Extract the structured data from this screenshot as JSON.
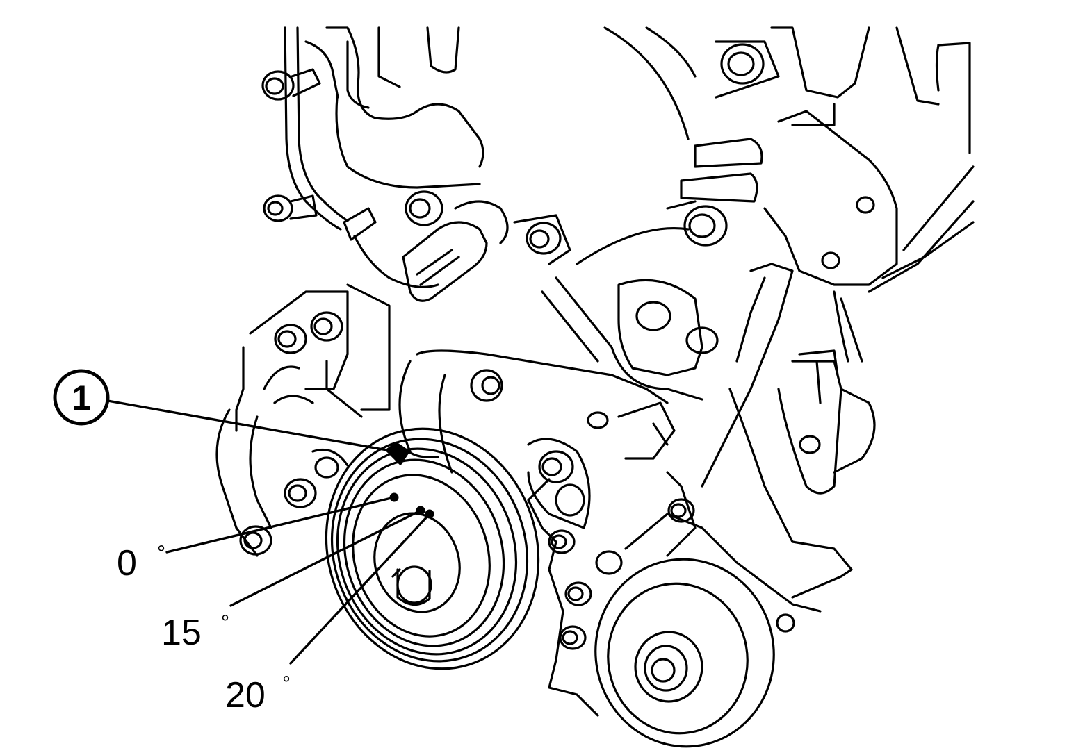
{
  "callout": {
    "number": "1"
  },
  "angle_labels": [
    {
      "value": "0",
      "unit": "°"
    },
    {
      "value": "15",
      "unit": "°"
    },
    {
      "value": "20",
      "unit": "°"
    }
  ]
}
